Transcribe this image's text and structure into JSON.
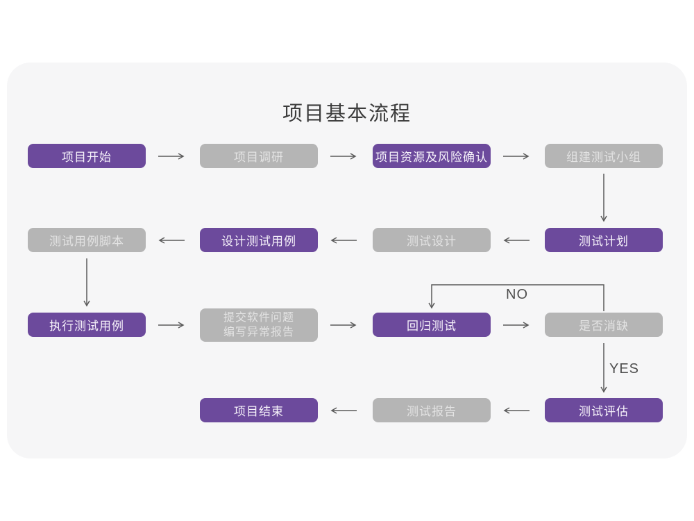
{
  "title": "项目基本流程",
  "colors": {
    "accent_purple": "#6c4a9c",
    "box_gray": "#b5b5b5",
    "arrow": "#5a5a5a",
    "card_bg": "#f6f6f7"
  },
  "flowchart": {
    "nodes": [
      {
        "id": "project-start",
        "label": "项目开始",
        "type": "purple"
      },
      {
        "id": "project-research",
        "label": "项目调研",
        "type": "gray"
      },
      {
        "id": "resource-risk-confirm",
        "label": "项目资源及风险确认",
        "type": "purple"
      },
      {
        "id": "build-test-team",
        "label": "组建测试小组",
        "type": "gray"
      },
      {
        "id": "test-plan",
        "label": "测试计划",
        "type": "purple"
      },
      {
        "id": "test-design",
        "label": "测试设计",
        "type": "gray"
      },
      {
        "id": "design-test-cases",
        "label": "设计测试用例",
        "type": "purple"
      },
      {
        "id": "test-case-scripts",
        "label": "测试用例脚本",
        "type": "gray"
      },
      {
        "id": "execute-test-cases",
        "label": "执行测试用例",
        "type": "purple"
      },
      {
        "id": "submit-issues-report",
        "label_line1": "提交软件问题",
        "label_line2": "编写异常报告",
        "type": "gray"
      },
      {
        "id": "regression-test",
        "label": "回归测试",
        "type": "purple"
      },
      {
        "id": "defect-resolved",
        "label": "是否消缺",
        "type": "gray"
      },
      {
        "id": "test-evaluation",
        "label": "测试评估",
        "type": "purple"
      },
      {
        "id": "test-report",
        "label": "测试报告",
        "type": "gray"
      },
      {
        "id": "project-end",
        "label": "项目结束",
        "type": "purple"
      }
    ],
    "branch_labels": {
      "no": "NO",
      "yes": "YES"
    }
  }
}
